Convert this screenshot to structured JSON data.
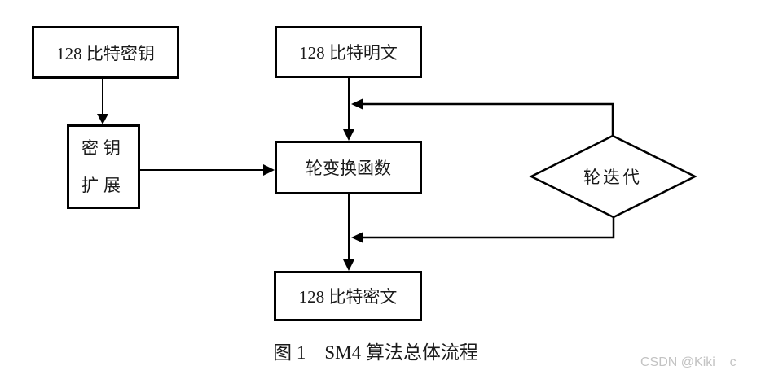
{
  "diagram": {
    "caption": "图 1　SM4 算法总体流程",
    "nodes": {
      "key": {
        "label": "128 比特密钥"
      },
      "plaintext": {
        "label": "128 比特明文"
      },
      "key_expansion": {
        "label_line1": "密钥",
        "label_line2": "扩展"
      },
      "round_function": {
        "label": "轮变换函数"
      },
      "round_iteration": {
        "label": "轮迭代"
      },
      "ciphertext": {
        "label": "128 比特密文"
      }
    },
    "colors": {
      "line": "#000000",
      "background": "#ffffff",
      "watermark_gray": "#c3c3c3"
    }
  },
  "watermark": {
    "text": "CSDN @Kiki__c"
  }
}
